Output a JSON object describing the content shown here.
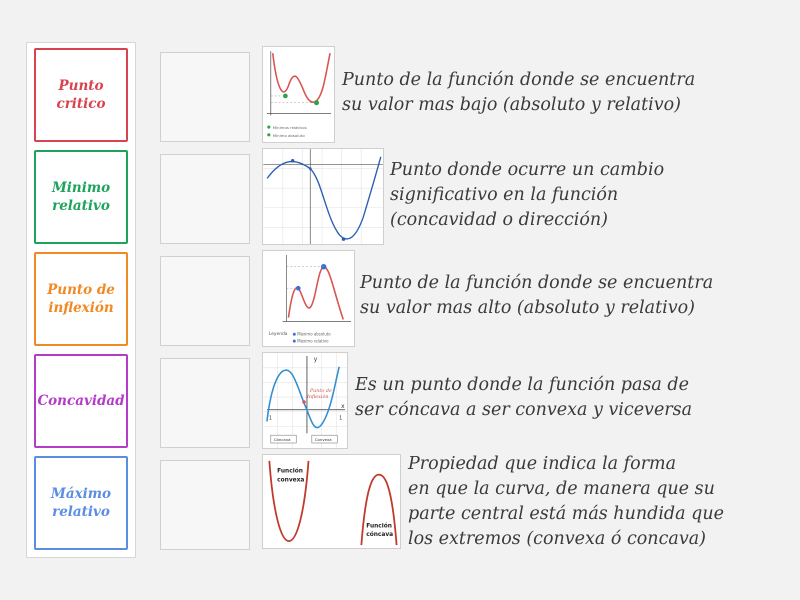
{
  "cards": [
    {
      "label_line1": "Punto",
      "label_line2": "critico",
      "color": "#d9434f"
    },
    {
      "label_line1": "Minimo",
      "label_line2": "relativo",
      "color": "#1ea35d"
    },
    {
      "label_line1": "Punto de",
      "label_line2": "inflexión",
      "color": "#f08a24"
    },
    {
      "label_line1": "Concavidad",
      "label_line2": "",
      "color": "#b53cc9"
    },
    {
      "label_line1": "Máximo",
      "label_line2": "relativo",
      "color": "#5a8ee3"
    }
  ],
  "definitions": [
    {
      "line1": "Punto de la función donde se encuentra",
      "line2": "su valor mas bajo (absoluto y relativo)",
      "line3": "",
      "line4": ""
    },
    {
      "line1": "Punto donde ocurre un cambio",
      "line2": "significativo en la función",
      "line3": "(concavidad o dirección)",
      "line4": ""
    },
    {
      "line1": "Punto de la función donde se encuentra",
      "line2": "su valor mas alto (absoluto y relativo)",
      "line3": "",
      "line4": ""
    },
    {
      "line1": "Es un punto donde la función pasa de",
      "line2": "ser cóncava a ser convexa y viceversa",
      "line3": "",
      "line4": ""
    },
    {
      "line1": "Propiedad que indica la forma",
      "line2": "en que la curva, de manera que su",
      "line3": "parte central está más hundida que",
      "line4": "los extremos (convexa ó concava)"
    }
  ],
  "images": {
    "img1": {
      "legend1": "Mínimos relativos",
      "legend2": "Mínimo absoluto"
    },
    "img3": {
      "legend_title": "Leyenda",
      "legend1": "Máximo absoluto",
      "legend2": "Máximo relativo"
    },
    "img4": {
      "label_line1": "Punto de",
      "label_line2": "Inflexión",
      "left_box": "Cóncava",
      "right_box": "Convexa",
      "tick_left": "1",
      "tick_right": "1",
      "axis_y": "y",
      "axis_x": "x"
    },
    "img5": {
      "left_line1": "Función",
      "left_line2": "convexa",
      "right_line1": "Función",
      "right_line2": "cóncava"
    }
  },
  "colors": {
    "curve": "#d9534f",
    "point_green": "#2aa34a",
    "point_blue": "#3b6fd6",
    "grid": "#e3e3e3",
    "axis": "#555555"
  }
}
